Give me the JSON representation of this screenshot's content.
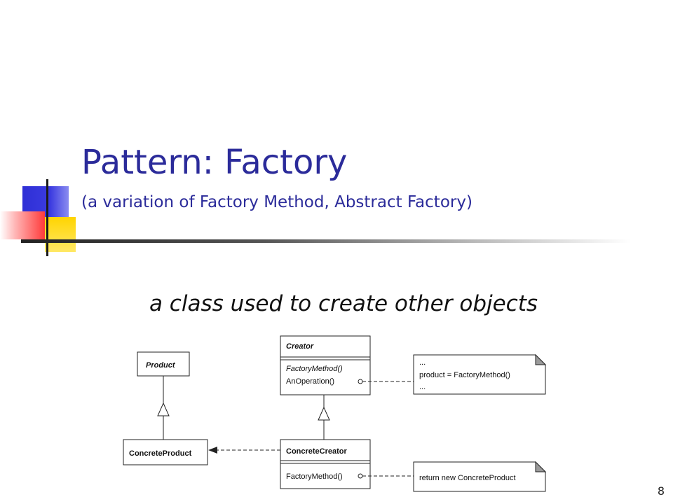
{
  "slide": {
    "title": "Pattern: Factory",
    "subtitle": "(a variation of Factory Method, Abstract Factory)",
    "tagline": "a class used to create other objects",
    "number": "8"
  },
  "diagram": {
    "product": {
      "name": "Product"
    },
    "creator": {
      "name": "Creator",
      "ops": [
        "FactoryMethod()",
        "AnOperation()"
      ]
    },
    "concrete_product": {
      "name": "ConcreteProduct"
    },
    "concrete_creator": {
      "name": "ConcreteCreator",
      "ops": [
        "FactoryMethod()"
      ]
    },
    "note_operation": {
      "lines": [
        "...",
        "product = FactoryMethod()",
        "..."
      ]
    },
    "note_factory": {
      "lines": [
        "return new ConcreteProduct"
      ]
    }
  }
}
